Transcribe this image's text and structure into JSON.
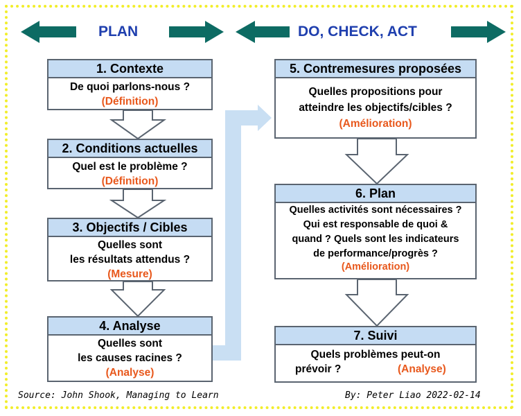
{
  "header": {
    "plan_label": "PLAN",
    "dca_label": "DO, CHECK, ACT",
    "arrow_color": "#0d6b63"
  },
  "colors": {
    "title_fill": "#c5dcf3",
    "accent_text": "#e8581c",
    "connector": "#c9dff3",
    "frame": "#f2ee2a"
  },
  "steps": [
    {
      "title": "1. Contexte",
      "lines": [
        "De quoi parlons-nous ?"
      ],
      "tag": "(Définition)"
    },
    {
      "title": "2. Conditions actuelles",
      "lines": [
        "Quel est le problème ?"
      ],
      "tag": "(Définition)"
    },
    {
      "title": "3. Objectifs / Cibles",
      "lines": [
        "Quelles sont",
        "les résultats attendus ?"
      ],
      "tag": "(Mesure)"
    },
    {
      "title": "4. Analyse",
      "lines": [
        "Quelles sont",
        "les causes racines ?"
      ],
      "tag": "(Analyse)"
    },
    {
      "title": "5. Contremesures proposées",
      "lines": [
        "Quelles propositions pour",
        "atteindre les objectifs/cibles ?"
      ],
      "tag": "(Amélioration)"
    },
    {
      "title": "6. Plan",
      "lines": [
        "Quelles activités sont nécessaires ?",
        "Qui est responsable de quoi &",
        "quand ? Quels sont les indicateurs",
        "de performance/progrès ?"
      ],
      "tag": "(Amélioration)"
    },
    {
      "title": "7. Suivi",
      "lines": [
        "Quels problèmes peut-on",
        "prévoir ?"
      ],
      "tag": "(Analyse)"
    }
  ],
  "footer": {
    "source": "Source: John Shook, Managing to Learn",
    "author": "By: Peter Liao 2022-02-14"
  }
}
